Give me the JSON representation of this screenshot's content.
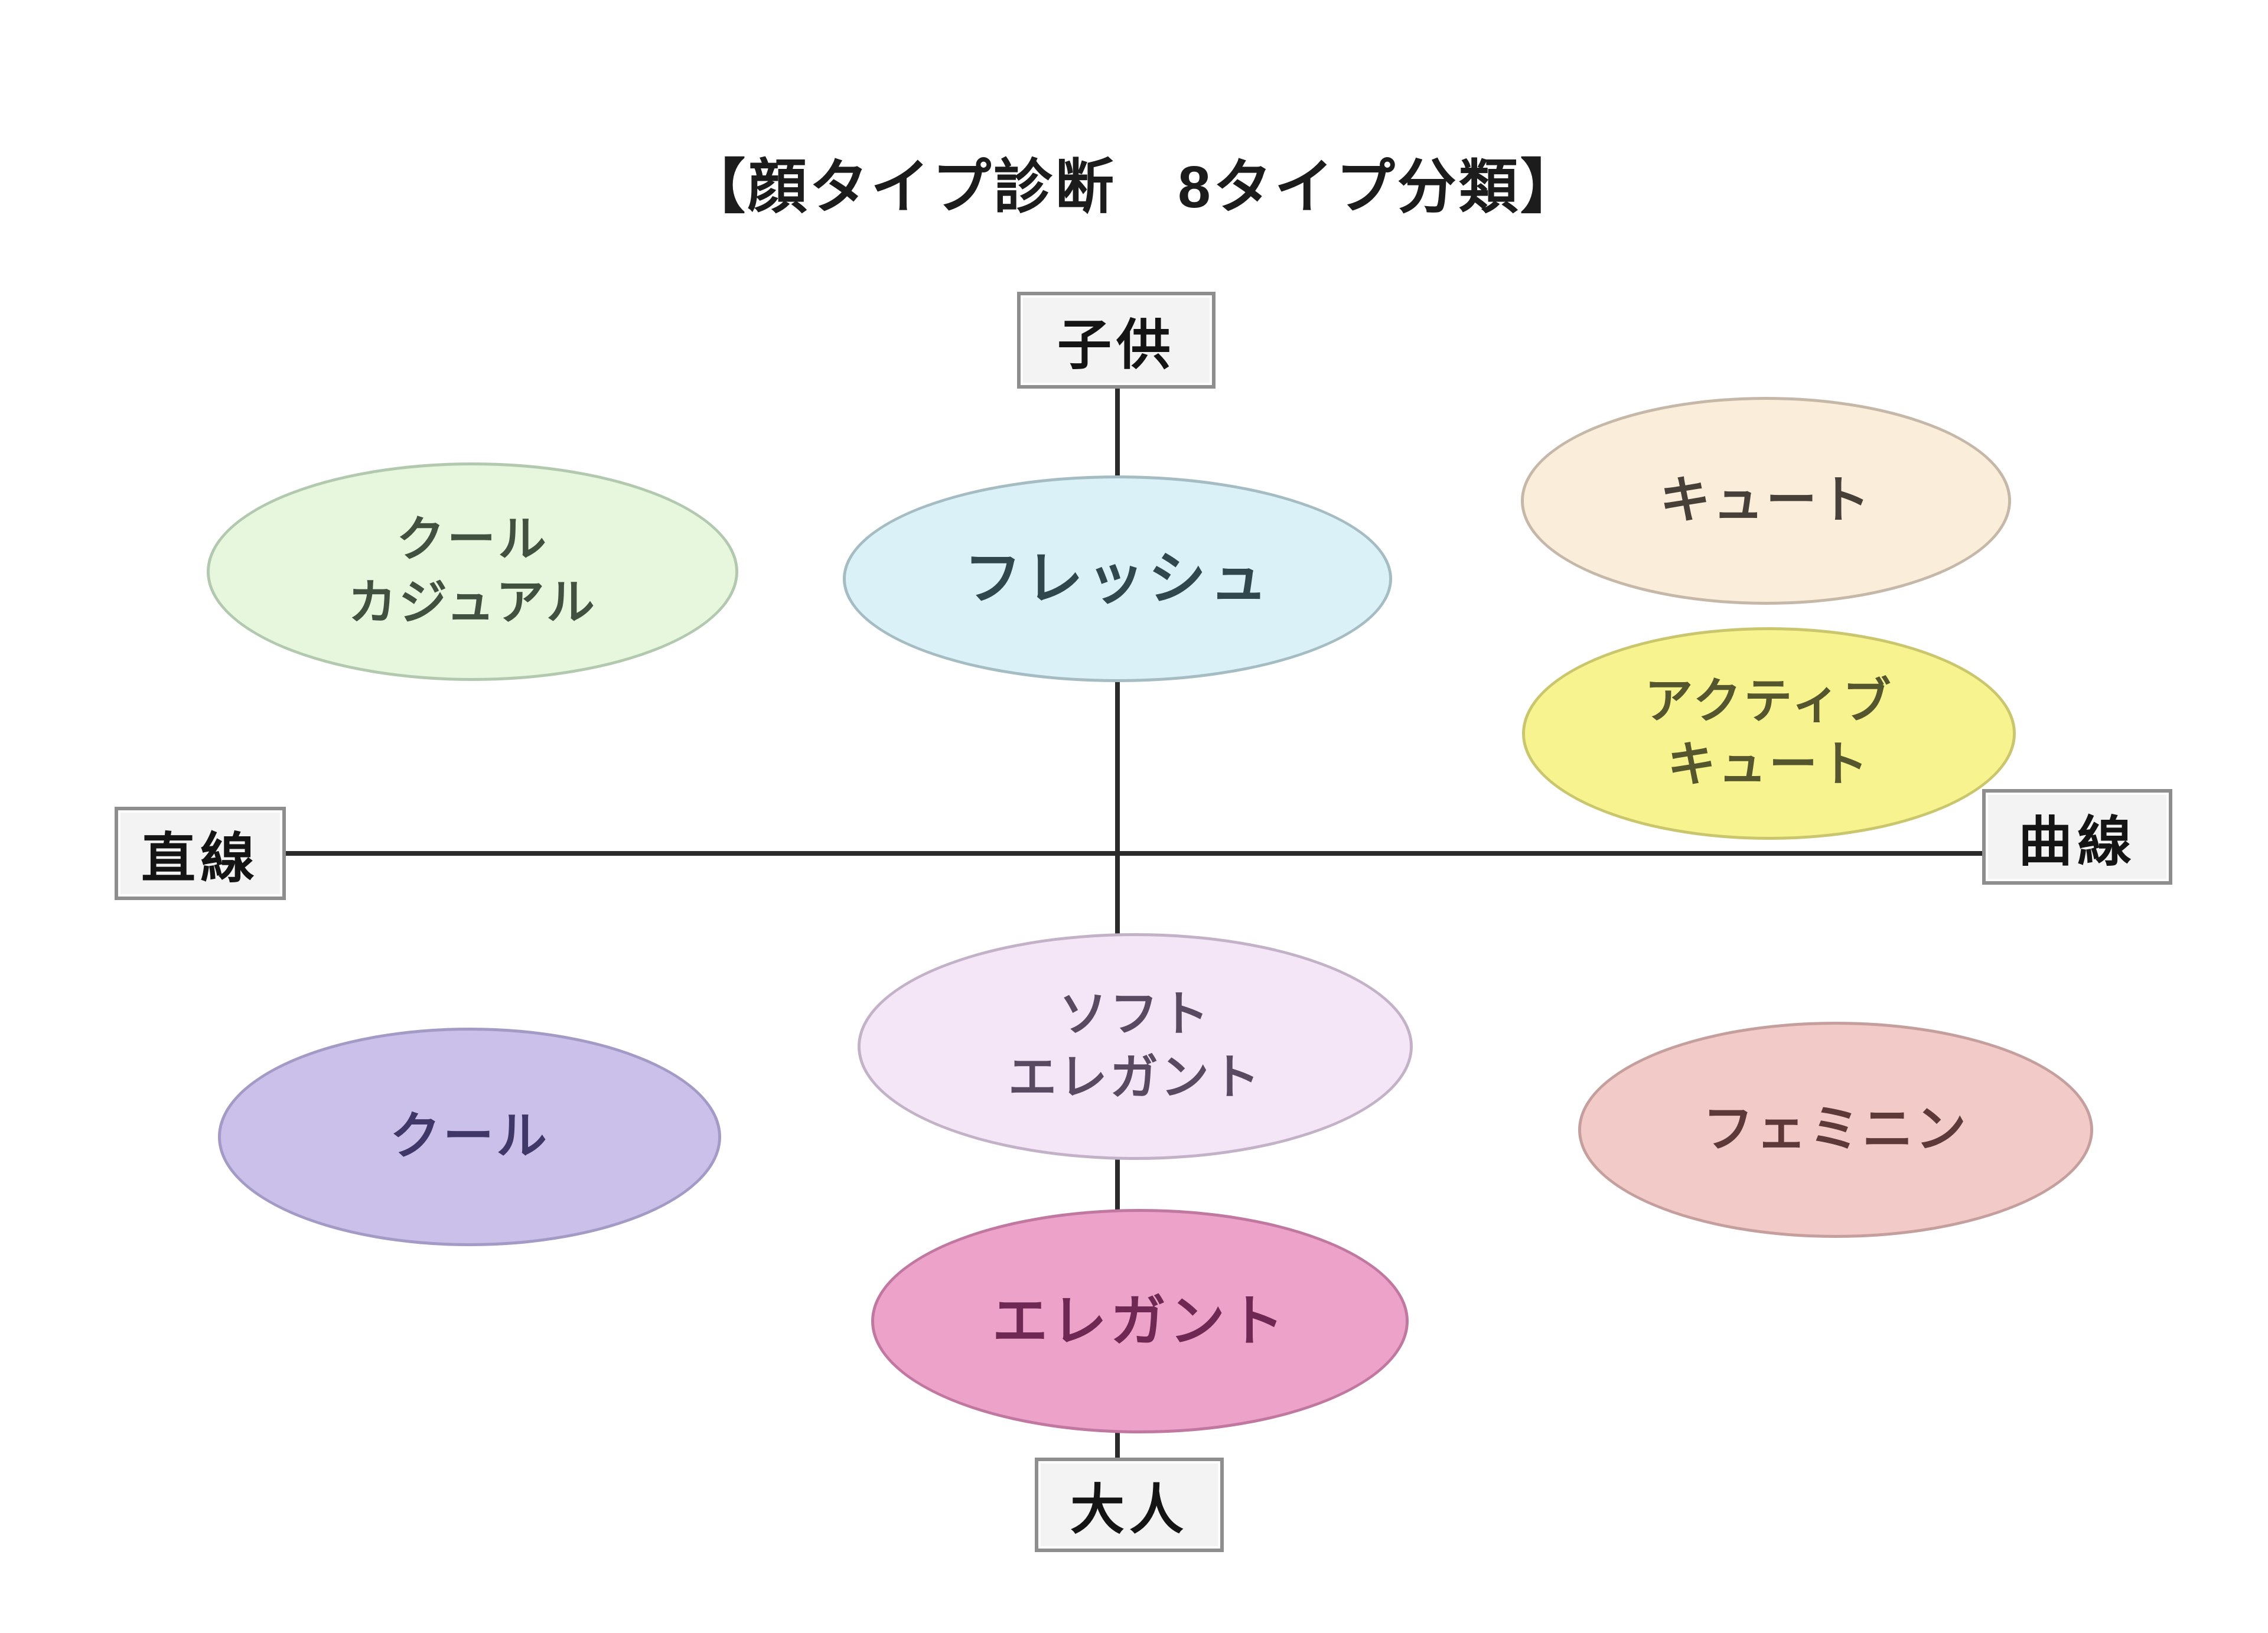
{
  "title": "【顔タイプ診断　8タイプ分類】",
  "axes": {
    "top": "子供",
    "bottom": "大人",
    "left": "直線",
    "right": "曲線"
  },
  "types": [
    {
      "key": "cool-casual",
      "label": "クール\nカジュアル",
      "fill": "#e6f7de",
      "border": "#b2c9af",
      "text_color": "#41513f"
    },
    {
      "key": "fresh",
      "label": "フレッシュ",
      "fill": "#d9f1f7",
      "border": "#a5bcc2",
      "text_color": "#31474e"
    },
    {
      "key": "cute",
      "label": "キュート",
      "fill": "#faeeda",
      "border": "#c6b8a8",
      "text_color": "#474038"
    },
    {
      "key": "active-cute",
      "label": "アクティブ\nキュート",
      "fill": "#f7f48f",
      "border": "#c9c66e",
      "text_color": "#56562e"
    },
    {
      "key": "soft-elegant",
      "label": "ソフト\nエレガント",
      "fill": "#f5e6f7",
      "border": "#c3b2c7",
      "text_color": "#594a62"
    },
    {
      "key": "cool",
      "label": "クール",
      "fill": "#cbc0e9",
      "border": "#a49ac6",
      "text_color": "#3f3768"
    },
    {
      "key": "feminine",
      "label": "フェミニン",
      "fill": "#f2cac7",
      "border": "#c49f9d",
      "text_color": "#5e3939"
    },
    {
      "key": "elegant",
      "label": "エレガント",
      "fill": "#eda2c9",
      "border": "#c077a0",
      "text_color": "#6e2853"
    }
  ],
  "palette": {
    "background": "#ffffff",
    "axis_line": "#2b2b2b",
    "box_fill": "#f3f3f3",
    "box_border": "#8e8e8e",
    "box_text": "#141414",
    "title_text": "#1c1c1c"
  }
}
